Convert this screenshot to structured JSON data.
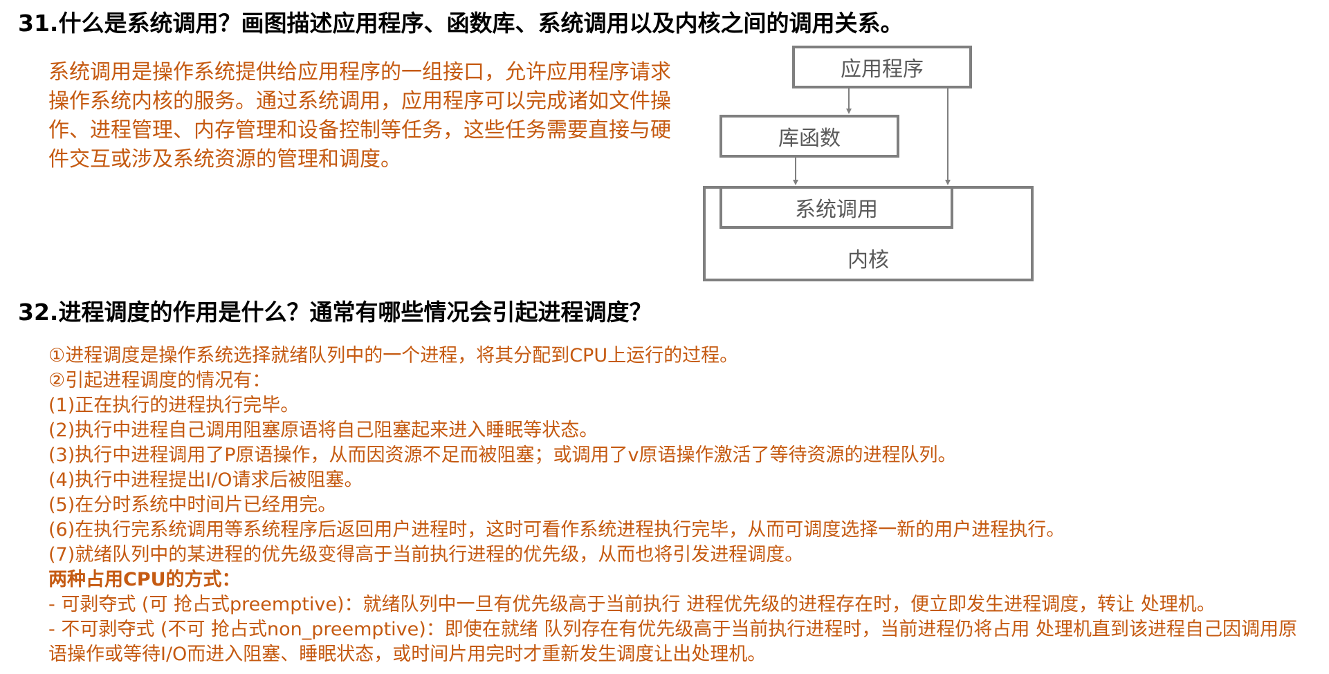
{
  "q31": {
    "heading": "31.什么是系统调用？画图描述应用程序、函数库、系统调用以及内核之间的调用关系。",
    "answer": "系统调用是操作系统提供给应用程序的一组接口，允许应用程序请求操作系统内核的服务。通过系统调用，应用程序可以完成诸如文件操作、进程管理、内存管理和设备控制等任务，这些任务需要直接与硬件交互或涉及系统资源的管理和调度。",
    "diagram": {
      "app": "应用程序",
      "lib": "库函数",
      "syscall": "系统调用",
      "kernel": "内核",
      "line_color": "#7F7F7F",
      "text_color": "#595959"
    }
  },
  "q32": {
    "heading": "32.进程调度的作用是什么？通常有哪些情况会引起进程调度？",
    "lines": [
      "①进程调度是操作系统选择就绪队列中的一个进程，将其分配到CPU上运行的过程。",
      "②引起进程调度的情况有：",
      "(1)正在执行的进程执行完毕。",
      "(2)执行中进程自己调用阻塞原语将自己阻塞起来进入睡眠等状态。",
      "(3)执行中进程调用了P原语操作，从而因资源不足而被阻塞；或调用了v原语操作激活了等待资源的进程队列。",
      "(4)执行中进程提出I/O请求后被阻塞。",
      "(5)在分时系统中时间片已经用完。",
      "(6)在执行完系统调用等系统程序后返回用户进程时，这时可看作系统进程执行完毕，从而可调度选择一新的用户进程执行。",
      "(7)就绪队列中的某进程的优先级变得高于当前执行进程的优先级，从而也将引发进程调度。"
    ],
    "subheading": "两种占用CPU的方式：",
    "preemptive": "- 可剥夺式 (可 抢占式preemptive)：就绪队列中一旦有优先级高于当前执行 进程优先级的进程存在时，便立即发生进程调度，转让 处理机。",
    "non_preemptive": "- 不可剥夺式 (不可 抢占式non_preemptive)：即使在就绪 队列存在有优先级高于当前执行进程时，当前进程仍将占用 处理机直到该进程自己因调用原语操作或等待I/O而进入阻塞、睡眠状态，或时间片用完时才重新发生调度让出处理机。"
  },
  "colors": {
    "heading": "#000000",
    "answer_text": "#C55A11",
    "background": "#FFFFFF"
  }
}
